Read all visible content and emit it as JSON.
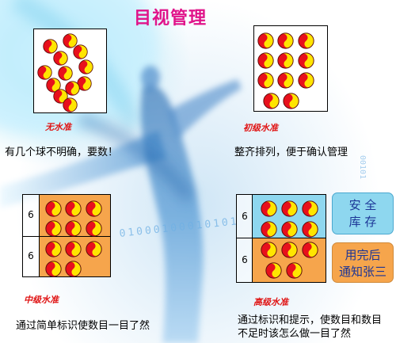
{
  "title": "目视管理",
  "colors": {
    "title": "#e0148a",
    "level_label": "#e01414",
    "tray_orange": "#f6a54c",
    "tray_cyan": "#8ed7ef",
    "ball_red": "#e8101c",
    "ball_yellow": "#ffe500",
    "note_text": "#1c3596"
  },
  "background": {
    "binary_main": "01000100010101",
    "binary_side": "00101"
  },
  "panels": [
    {
      "level": "无水准",
      "caption": "有几个球不明确，要数！",
      "ball_count": 12
    },
    {
      "level": "初级水准",
      "caption": "整齐排列，便于确认管理",
      "ball_count": 11
    },
    {
      "level": "中级水准",
      "caption": "通过简单标识使数目一目了然",
      "sections": [
        {
          "capacity_label": "6",
          "ball_count": 6
        },
        {
          "capacity_label": "6",
          "ball_count": 5
        }
      ]
    },
    {
      "level": "高级水准",
      "caption_lines": [
        "通过标识和提示，使数目和数目",
        "不足时该怎么做一目了然"
      ],
      "sections": [
        {
          "capacity_label": "6",
          "ball_count": 6
        },
        {
          "capacity_label": "6",
          "ball_count": 5
        }
      ],
      "notes": [
        {
          "lines": [
            "安 全",
            "库 存"
          ]
        },
        {
          "lines": [
            "用完后",
            "通知张三"
          ]
        }
      ]
    }
  ]
}
